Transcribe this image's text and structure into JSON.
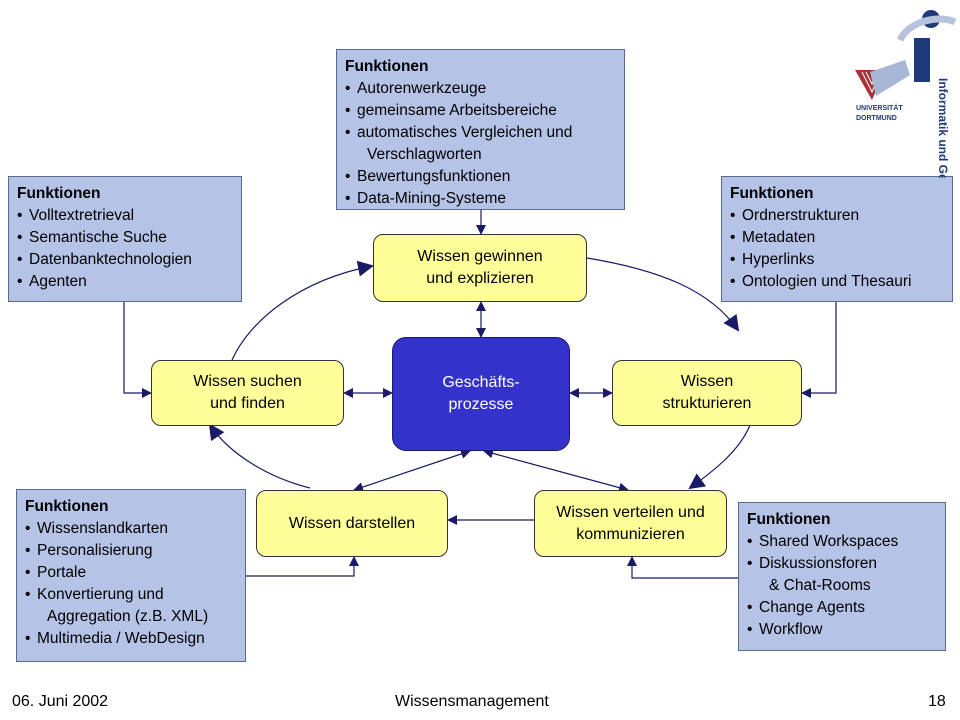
{
  "boxes": {
    "top": {
      "title": "Funktionen",
      "items": [
        "Autorenwerkzeuge",
        "gemeinsame Arbeitsbereiche",
        "automatisches Vergleichen und",
        "Verschlagworten",
        "Bewertungsfunktionen",
        "Data-Mining-Systeme"
      ]
    },
    "left": {
      "title": "Funktionen",
      "items": [
        "Volltextretrieval",
        "Semantische Suche",
        "Datenbanktechnologien",
        "Agenten"
      ]
    },
    "right": {
      "title": "Funktionen",
      "items": [
        "Ordnerstrukturen",
        "Metadaten",
        "Hyperlinks",
        "Ontologien und Thesauri"
      ]
    },
    "bottom_left": {
      "title": "Funktionen",
      "items": [
        "Wissenslandkarten",
        "Personalisierung",
        "Portale",
        "Konvertierung und",
        "Aggregation (z.B. XML)",
        "Multimedia / WebDesign"
      ]
    },
    "bottom_right": {
      "title": "Funktionen",
      "items": [
        "Shared Workspaces",
        "Diskussionsforen",
        "& Chat-Rooms",
        "Change Agents",
        "Workflow"
      ]
    }
  },
  "processes": {
    "gewinnen": "Wissen gewinnen\nund explizieren",
    "suchen": "Wissen suchen\nund finden",
    "center": "Geschäfts-\nprozesse",
    "strukturieren": "Wissen\nstrukturieren",
    "darstellen": "Wissen darstellen",
    "verteilen": "Wissen verteilen und\nkommunizieren"
  },
  "logo": {
    "university": "Universität\nDortmund",
    "vertical_text": "Informatik und Ge"
  },
  "footer": {
    "date": "06. Juni 2002",
    "title": "Wissensmanagement",
    "page": "18"
  }
}
